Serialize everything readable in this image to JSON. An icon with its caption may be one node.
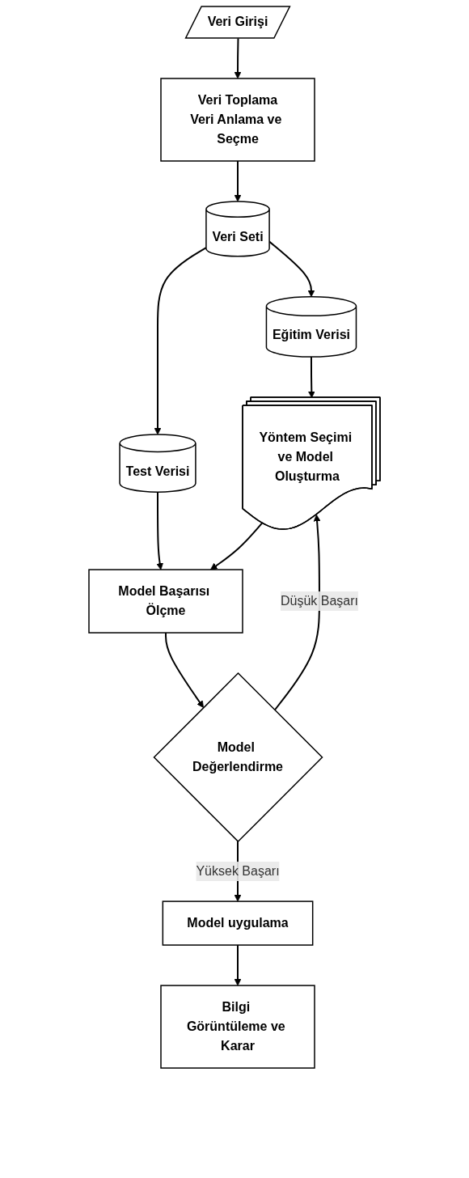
{
  "diagram": {
    "nodes": [
      {
        "text": [
          "Veri Girişi"
        ]
      },
      {
        "text": [
          "Veri Toplama",
          "Veri Anlama ve Seçme"
        ]
      },
      {
        "text": [
          "Veri Seti"
        ]
      },
      {
        "text": [
          "Eğitim Verisi"
        ]
      },
      {
        "text": [
          "Test Verisi"
        ]
      },
      {
        "text": [
          "Yöntem Seçimi ve Model Oluşturma"
        ]
      },
      {
        "text": [
          "Model Başarısı Ölçme"
        ]
      },
      {
        "text": [
          "Model Değerlendirme"
        ]
      },
      {
        "text": [
          "Model uygulama"
        ]
      },
      {
        "text": [
          "Bilgi Görüntüleme ve Karar"
        ]
      }
    ],
    "edges": [
      {
        "from": 0,
        "to": 1,
        "arrow": "to"
      },
      {
        "from": 1,
        "to": 2,
        "arrow": "to"
      },
      {
        "from": 2,
        "to": 3,
        "arrow": "to"
      },
      {
        "from": 2,
        "to": 4,
        "arrow": "to"
      },
      {
        "from": 3,
        "to": 5,
        "arrow": "to"
      },
      {
        "from": 4,
        "to": 6,
        "arrow": "to"
      },
      {
        "from": 5,
        "to": 6,
        "arrow": "to"
      },
      {
        "from": 6,
        "to": 7,
        "arrow": "to"
      },
      {
        "from": 7,
        "to": 5,
        "arrow": "to",
        "label": "Düşük Başarı"
      },
      {
        "from": 7,
        "to": 8,
        "arrow": "to",
        "label": "Yüksek Başarı"
      },
      {
        "from": 8,
        "to": 9,
        "arrow": "to"
      }
    ]
  }
}
